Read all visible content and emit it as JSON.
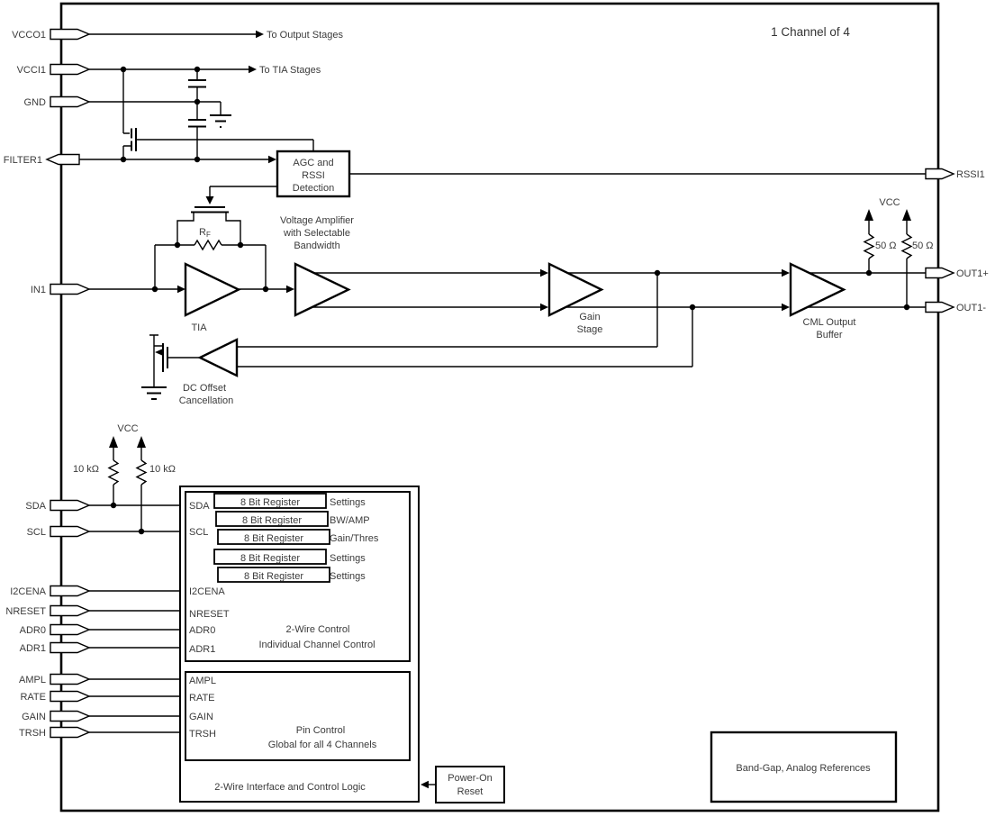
{
  "title": "1 Channel of 4",
  "pins": {
    "left": [
      "VCCO1",
      "VCCI1",
      "GND",
      "FILTER1",
      "IN1",
      "SDA",
      "SCL",
      "I2CENA",
      "NRESET",
      "ADR0",
      "ADR1",
      "AMPL",
      "RATE",
      "GAIN",
      "TRSH"
    ],
    "right": [
      "RSSI1",
      "OUT1+",
      "OUT1-"
    ]
  },
  "routing": {
    "to_output_stages": "To Output Stages",
    "to_tia_stages": "To TIA Stages"
  },
  "power": {
    "vcc_output": "VCC",
    "vcc_i2c": "VCC",
    "r_out_p": "50 Ω",
    "r_out_n": "50 Ω",
    "r_sda": "10 kΩ",
    "r_scl": "10 kΩ",
    "rf_label": "R",
    "rf_sub": "F"
  },
  "agc": {
    "l1": "AGC and",
    "l2": "RSSI",
    "l3": "Detection"
  },
  "amplifiers": {
    "tia": "TIA",
    "voltage_amp_l1": "Voltage Amplifier",
    "voltage_amp_l2": "with Selectable",
    "voltage_amp_l3": "Bandwidth",
    "gain_l1": "Gain",
    "gain_l2": "Stage",
    "cml_l1": "CML Output",
    "cml_l2": "Buffer",
    "dc_l1": "DC Offset",
    "dc_l2": "Cancellation"
  },
  "control": {
    "ports": [
      "SDA",
      "SCL",
      "I2CENA",
      "NRESET",
      "ADR0",
      "ADR1",
      "AMPL",
      "RATE",
      "GAIN",
      "TRSH"
    ],
    "register_label": "8 Bit Register",
    "register_functions": [
      "Settings",
      "BW/AMP",
      "Gain/Thres",
      "Settings",
      "Settings"
    ],
    "two_wire_l1": "2-Wire Control",
    "two_wire_l2": "Individual Channel Control",
    "pin_ctrl_l1": "Pin Control",
    "pin_ctrl_l2": "Global for all 4 Channels",
    "outer_label": "2-Wire Interface and Control Logic"
  },
  "blocks": {
    "por_l1": "Power-On",
    "por_l2": "Reset",
    "bandgap": "Band-Gap, Analog References"
  }
}
